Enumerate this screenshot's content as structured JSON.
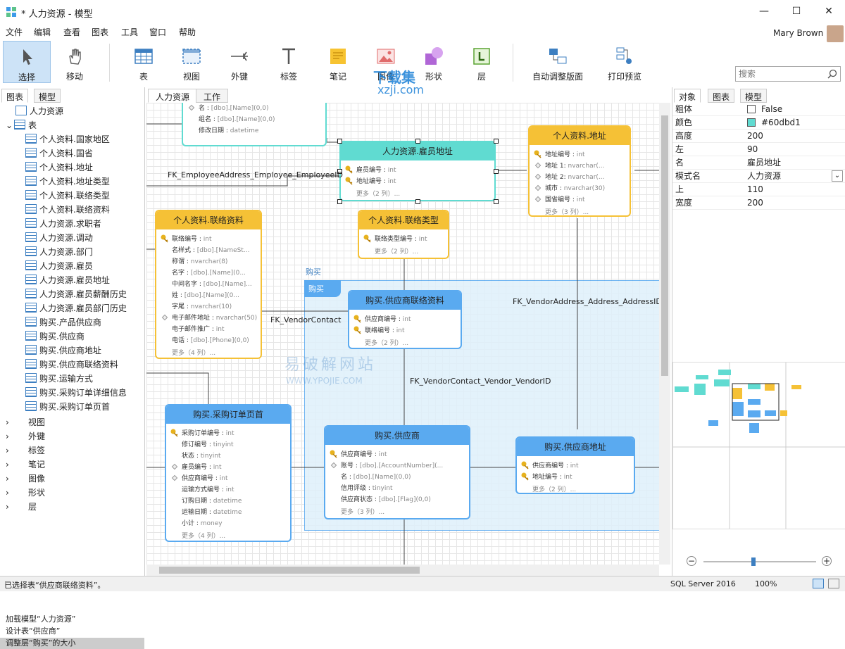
{
  "window": {
    "title": "* 人力资源 - 模型",
    "minimize": "—",
    "maximize": "☐",
    "close": "✕"
  },
  "menubar": [
    "文件",
    "编辑",
    "查看",
    "图表",
    "工具",
    "窗口",
    "帮助"
  ],
  "user": {
    "name": "Mary Brown"
  },
  "toolbar": {
    "items": [
      "选择",
      "移动",
      "表",
      "视图",
      "外键",
      "标签",
      "笔记",
      "图像",
      "形状",
      "层",
      "自动调整版面",
      "打印预览"
    ],
    "search_placeholder": "搜索"
  },
  "watermark": {
    "site": "xzji.com",
    "brand": "下载集",
    "center": "易破解网站",
    "center_url": "WWW.YPOJIE.COM"
  },
  "left": {
    "tabs": [
      "图表",
      "模型"
    ],
    "root": "人力资源",
    "tables_label": "表",
    "tables": [
      "个人资料.国家地区",
      "个人资料.国省",
      "个人资料.地址",
      "个人资料.地址类型",
      "个人资料.联络类型",
      "个人资料.联络资料",
      "人力资源.求职者",
      "人力资源.调动",
      "人力资源.部门",
      "人力资源.雇员",
      "人力资源.雇员地址",
      "人力资源.雇员薪酬历史",
      "人力资源.雇员部门历史",
      "购买.产品供应商",
      "购买.供应商",
      "购买.供应商地址",
      "购买.供应商联络资料",
      "购买.运输方式",
      "购买.采购订单详细信息",
      "购买.采购订单页首"
    ],
    "others": [
      "视图",
      "外键",
      "标签",
      "笔记",
      "图像",
      "形状",
      "层"
    ],
    "log": [
      "加载模型“人力资源”",
      "设计表“供应商”",
      "调整层“购买”的大小"
    ]
  },
  "canvas": {
    "tabs": [
      "人力资源",
      "工作"
    ],
    "layer_label": "购买",
    "layer_title": "购买",
    "fk_labels": [
      "FK_EmployeeAddress_Employee_EmployeeID",
      "FK_VendorContact",
      "FK_VendorAddress_Address_AddressID",
      "FK_VendorContact_Vendor_VendorID"
    ],
    "entities": [
      {
        "title": "",
        "color": "#60dbd1",
        "fields": [
          [
            "d",
            "名 : ",
            "[dbo].[Name](0,0)"
          ],
          [
            "n",
            "组名 : ",
            "[dbo].[Name](0,0)"
          ],
          [
            "n",
            "修改日期 : ",
            "datetime"
          ]
        ],
        "more": ""
      },
      {
        "title": "人力资源.雇员地址",
        "color": "#60dbd1",
        "fields": [
          [
            "k",
            "雇员编号 : ",
            "int"
          ],
          [
            "k",
            "地址编号 : ",
            "int"
          ]
        ],
        "more": "更多（2 列）..."
      },
      {
        "title": "个人资料.地址",
        "color": "#f5c136",
        "fields": [
          [
            "k",
            "地址编号 : ",
            "int"
          ],
          [
            "d",
            "地址 1: ",
            "nvarchar(..."
          ],
          [
            "d",
            "地址 2: ",
            "nvarchar(..."
          ],
          [
            "d",
            "城市 : ",
            "nvarchar(30)"
          ],
          [
            "d",
            "国省编号 : ",
            "int"
          ]
        ],
        "more": "更多（3 列）..."
      },
      {
        "title": "个人资料.联络资料",
        "color": "#f5c136",
        "fields": [
          [
            "k",
            "联络编号 : ",
            "int"
          ],
          [
            "n",
            "名样式 : ",
            "[dbo].[NameSt..."
          ],
          [
            "n",
            "称谓 : ",
            "nvarchar(8)"
          ],
          [
            "n",
            "名字 : ",
            "[dbo].[Name](0..."
          ],
          [
            "n",
            "中间名字 : ",
            "[dbo].[Name]..."
          ],
          [
            "n",
            "姓 : ",
            "[dbo].[Name](0..."
          ],
          [
            "n",
            "字尾 : ",
            "nvarchar(10)"
          ],
          [
            "d",
            "电子邮件地址 : ",
            "nvarchar(50)"
          ],
          [
            "n",
            "电子邮件推广 : ",
            "int"
          ],
          [
            "n",
            "电话 : ",
            "[dbo].[Phone](0,0)"
          ]
        ],
        "more": "更多（4 列）..."
      },
      {
        "title": "个人资料.联络类型",
        "color": "#f5c136",
        "fields": [
          [
            "k",
            "联络类型编号 : ",
            "int"
          ]
        ],
        "more": "更多（2 列）..."
      },
      {
        "title": "购买.供应商联络资料",
        "color": "#5aaaf0",
        "fields": [
          [
            "k",
            "供应商编号 : ",
            "int"
          ],
          [
            "k",
            "联络编号 : ",
            "int"
          ]
        ],
        "more": "更多（2 列）..."
      },
      {
        "title": "购买.采购订单页首",
        "color": "#5aaaf0",
        "fields": [
          [
            "k",
            "采购订单编号 : ",
            "int"
          ],
          [
            "n",
            "修订编号 : ",
            "tinyint"
          ],
          [
            "n",
            "状态 : ",
            "tinyint"
          ],
          [
            "d",
            "雇员编号 : ",
            "int"
          ],
          [
            "d",
            "供应商编号 : ",
            "int"
          ],
          [
            "n",
            "运输方式编号 : ",
            "int"
          ],
          [
            "n",
            "订购日期 : ",
            "datetime"
          ],
          [
            "n",
            "运输日期 : ",
            "datetime"
          ],
          [
            "n",
            "小计 : ",
            "money"
          ]
        ],
        "more": "更多（4 列）..."
      },
      {
        "title": "购买.供应商",
        "color": "#5aaaf0",
        "fields": [
          [
            "k",
            "供应商编号 : ",
            "int"
          ],
          [
            "d",
            "账号 : ",
            "[dbo].[AccountNumber](..."
          ],
          [
            "n",
            "名 : ",
            "[dbo].[Name](0,0)"
          ],
          [
            "n",
            "信用评级 : ",
            "tinyint"
          ],
          [
            "n",
            "供应商状态 : ",
            "[dbo].[Flag](0,0)"
          ]
        ],
        "more": "更多（3 列）..."
      },
      {
        "title": "购买.供应商地址",
        "color": "#5aaaf0",
        "fields": [
          [
            "k",
            "供应商编号 : ",
            "int"
          ],
          [
            "k",
            "地址编号 : ",
            "int"
          ]
        ],
        "more": "更多（2 列）..."
      }
    ]
  },
  "right": {
    "tabs": [
      "对象",
      "图表",
      "模型"
    ],
    "props": [
      [
        "粗体",
        "False"
      ],
      [
        "颜色",
        "#60dbd1"
      ],
      [
        "高度",
        "200"
      ],
      [
        "左",
        "90"
      ],
      [
        "名",
        "雇员地址"
      ],
      [
        "模式名",
        "人力资源"
      ],
      [
        "上",
        "110"
      ],
      [
        "宽度",
        "200"
      ]
    ],
    "zoom_minus": "−",
    "zoom_plus": "+"
  },
  "status": {
    "left": "已选择表“供应商联络资料”。",
    "db": "SQL Server 2016",
    "zoom": "100%"
  }
}
